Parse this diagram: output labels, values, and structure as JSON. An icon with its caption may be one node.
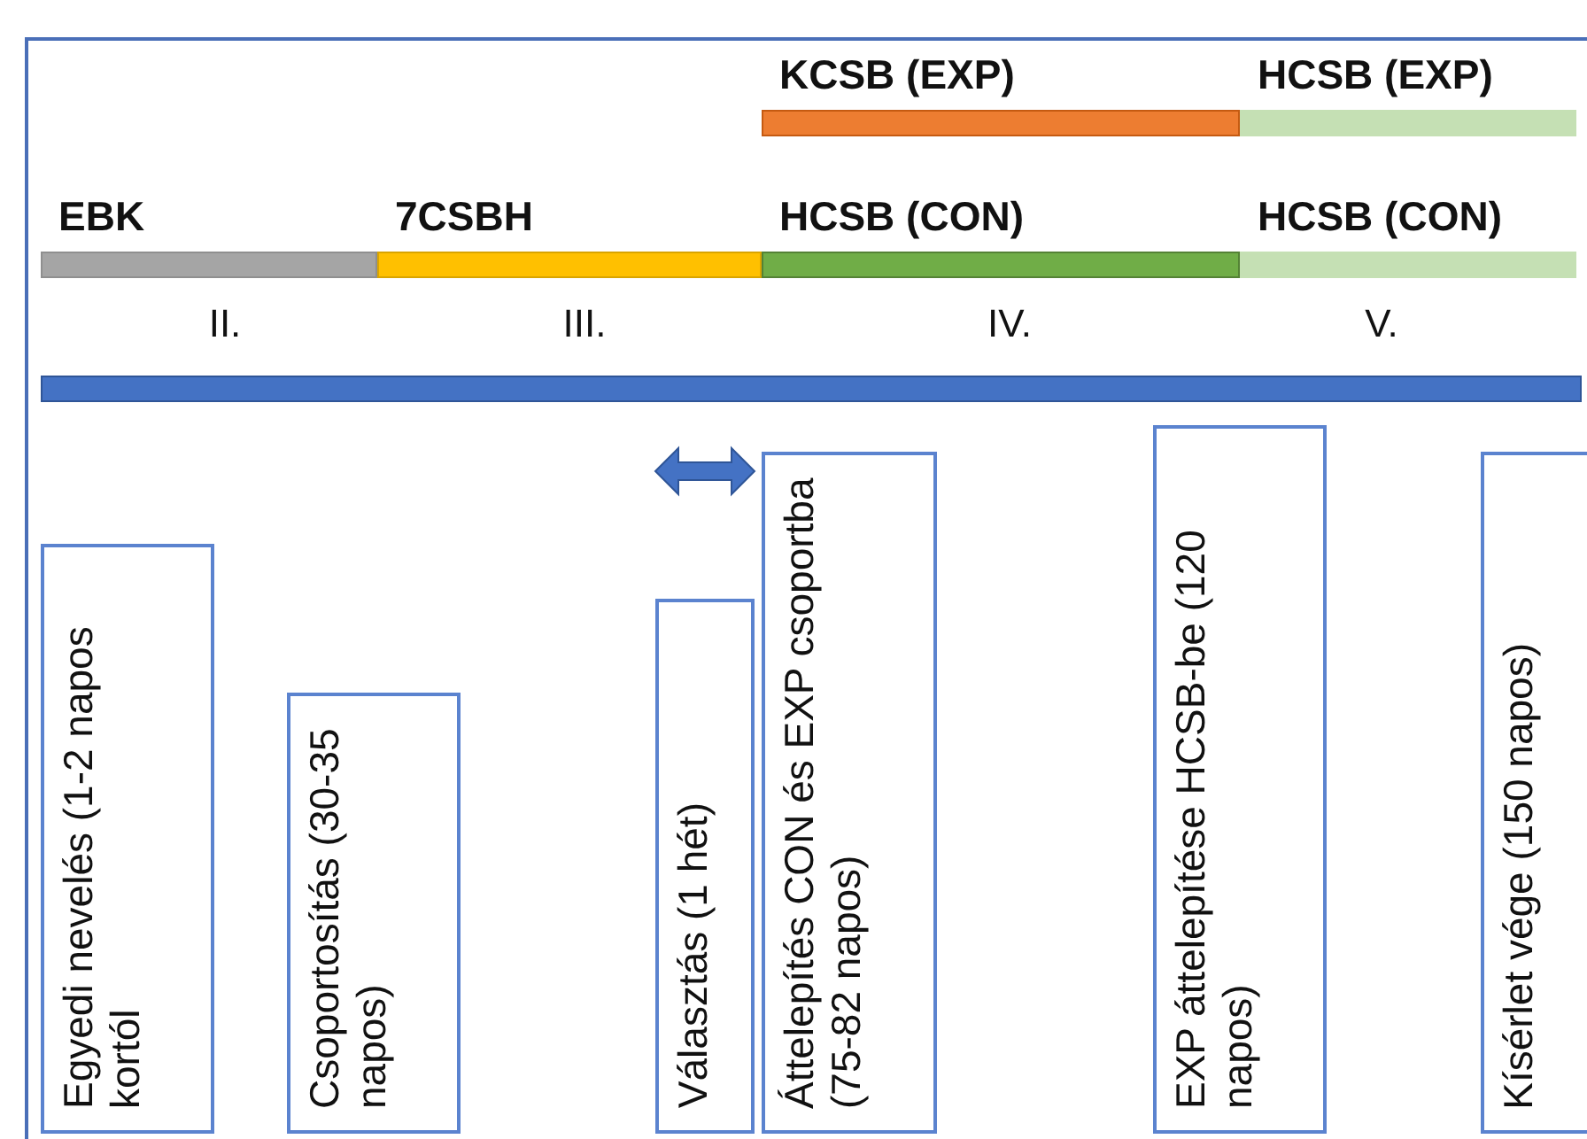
{
  "diagram": {
    "nodes": [
      {
        "text": [
          "KCSB (EXP)"
        ]
      },
      {
        "text": [
          "HCSB (EXP)"
        ]
      },
      {
        "text": [
          "EBK"
        ]
      },
      {
        "text": [
          "7CSBH"
        ]
      },
      {
        "text": [
          "HCSB (CON)"
        ]
      },
      {
        "text": [
          "HCSB (CON)"
        ]
      },
      {
        "text": [],
        "shape": "bar"
      },
      {
        "text": [
          "Egyedi nevelés (1-2 napos kortól"
        ]
      },
      {
        "text": [
          "Csoportosítás (30-35 napos)"
        ]
      },
      {
        "text": [
          "Választás (1 hét)"
        ]
      },
      {
        "text": [
          "Áttelepítés CON és EXP csoportba (75-82 napos)"
        ]
      },
      {
        "text": [
          "EXP áttelepítése HCSB-be (120 napos)"
        ]
      },
      {
        "text": [
          "Kísérlet vége (150 napos)"
        ]
      }
    ],
    "labels": [
      "II.",
      "III.",
      "IV.",
      "V."
    ]
  }
}
